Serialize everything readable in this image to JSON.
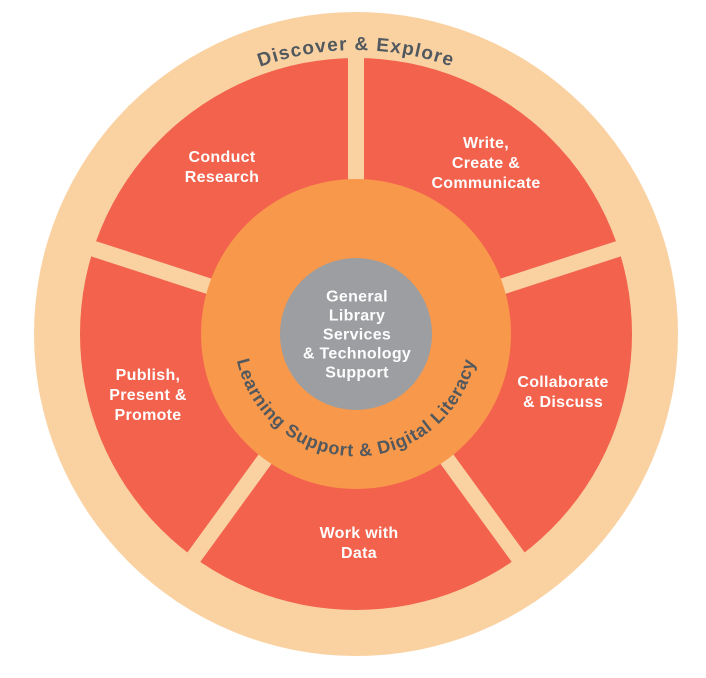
{
  "wheel": {
    "outer_ring": {
      "label": "Discover & Explore"
    },
    "middle_ring": {
      "segments": [
        {
          "id": "conduct-research",
          "label": "Conduct\nResearch"
        },
        {
          "id": "write-create-communicate",
          "label": "Write,\nCreate &\nCommunicate"
        },
        {
          "id": "collaborate-discuss",
          "label": "Collaborate\n& Discuss"
        },
        {
          "id": "work-with-data",
          "label": "Work with\nData"
        },
        {
          "id": "publish-present-promote",
          "label": "Publish,\nPresent &\nPromote"
        }
      ]
    },
    "inner_ring": {
      "label": "Learning Support & Digital Literacy"
    },
    "center": {
      "label": "General\nLibrary\nServices\n& Technology\nSupport"
    },
    "colors": {
      "outer_ring": "#FAD2A2",
      "segments": "#F2624D",
      "inner_ring": "#F8984B",
      "center_circle": "#9C9EA1",
      "segment_text": "#FDFDFD",
      "ring_text": "#51585E"
    }
  }
}
